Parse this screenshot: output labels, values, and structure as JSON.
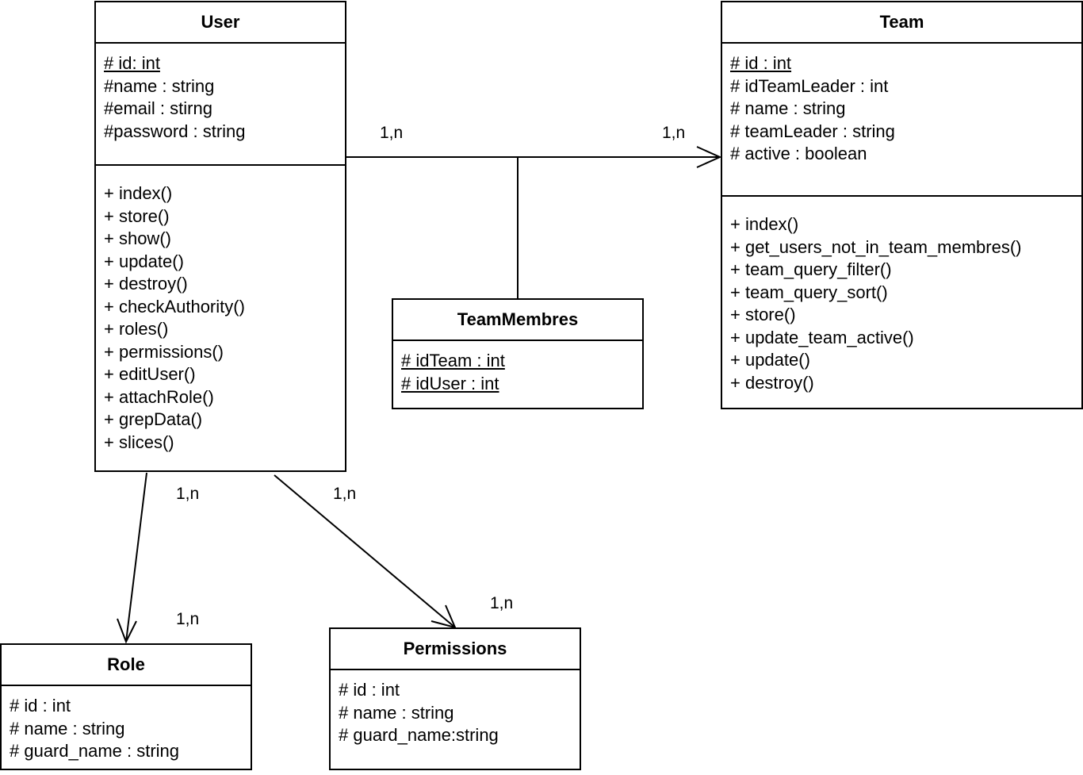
{
  "classes": {
    "user": {
      "name": "User",
      "attributes": [
        {
          "text": "# id: int",
          "underline": true
        },
        {
          "text": "#name : string"
        },
        {
          "text": "#email : stirng"
        },
        {
          "text": "#password : string"
        }
      ],
      "methods": [
        "+ index()",
        "+ store()",
        "+ show()",
        "+ update()",
        "+ destroy()",
        "+ checkAuthority()",
        "+ roles()",
        "+ permissions()",
        "+ editUser()",
        "+ attachRole()",
        "+ grepData()",
        "+ slices()"
      ]
    },
    "team": {
      "name": "Team",
      "attributes": [
        {
          "text": "# id : int",
          "underline": true
        },
        {
          "text": "# idTeamLeader : int"
        },
        {
          "text": "# name : string"
        },
        {
          "text": "# teamLeader : string"
        },
        {
          "text": "# active : boolean"
        }
      ],
      "methods": [
        "+ index()",
        "+ get_users_not_in_team_membres()",
        "+ team_query_filter()",
        "+ team_query_sort()",
        "+ store()",
        "+ update_team_active()",
        "+ update()",
        "+ destroy()"
      ]
    },
    "teammembres": {
      "name": "TeamMembres",
      "attributes": [
        {
          "text": "# idTeam : int",
          "underline": true
        },
        {
          "text": "# idUser : int",
          "underline": true
        }
      ]
    },
    "role": {
      "name": "Role",
      "attributes": [
        {
          "text": "# id : int"
        },
        {
          "text": "# name : string"
        },
        {
          "text": "# guard_name : string"
        }
      ]
    },
    "permissions": {
      "name": "Permissions",
      "attributes": [
        {
          "text": "# id : int"
        },
        {
          "text": "# name : string"
        },
        {
          "text": "# guard_name:string"
        }
      ]
    }
  },
  "multiplicities": {
    "user_team_source": "1,n",
    "user_team_target": "1,n",
    "user_role_source": "1,n",
    "user_role_target": "1,n",
    "user_permissions_source": "1,n",
    "user_permissions_target": "1,n"
  }
}
